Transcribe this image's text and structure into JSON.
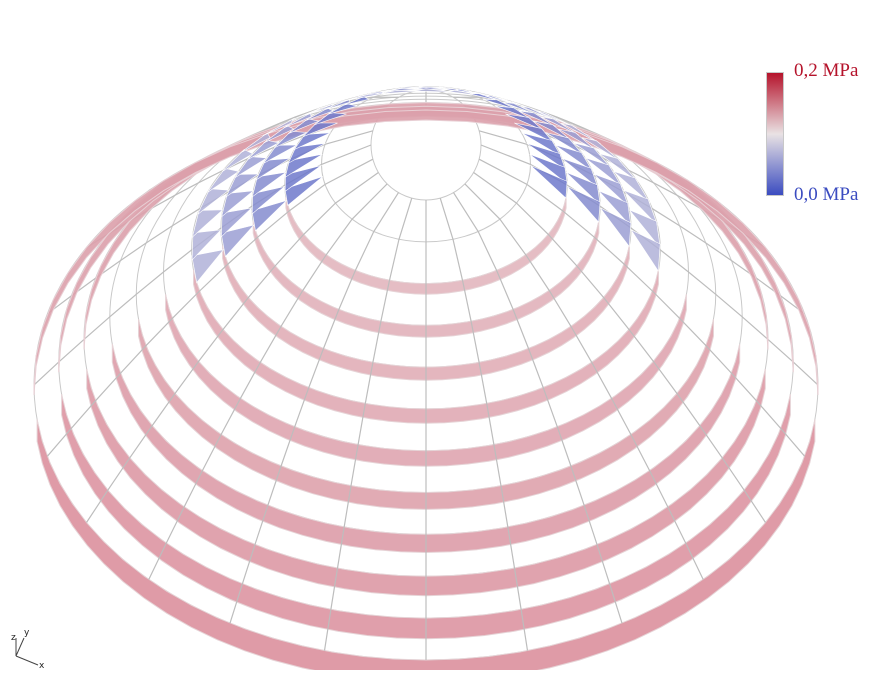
{
  "legend": {
    "max_label": "0,2 MPa",
    "min_label": "0,0 MPa",
    "max_color": "#b5132b",
    "mid_color": "#e9e2e4",
    "min_color": "#3b4cc0"
  },
  "axes": {
    "z_label": "z",
    "y_label": "y",
    "x_label": "x"
  },
  "structure": {
    "ring_count": 12,
    "rib_count": 24
  }
}
